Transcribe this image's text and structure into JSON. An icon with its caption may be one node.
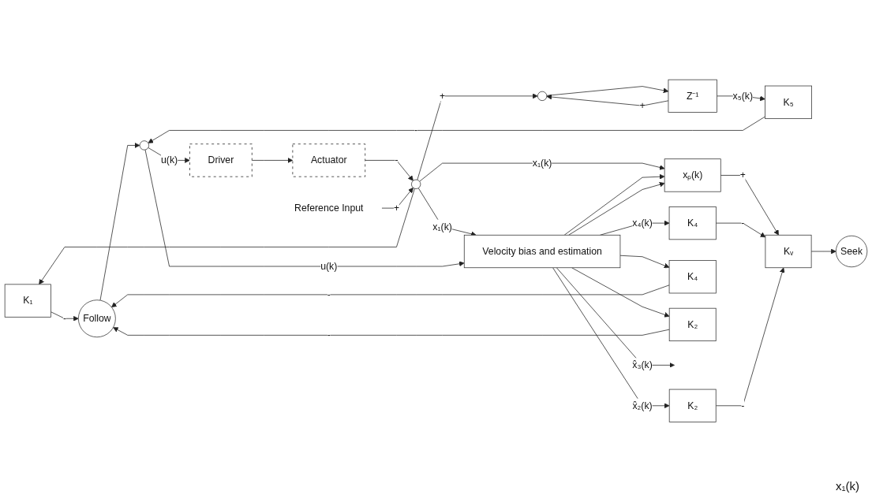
{
  "diagram": {
    "nodes": [
      {
        "text": [
          "K₁"
        ]
      },
      {
        "text": [
          "Z⁻¹"
        ]
      },
      {
        "text": [],
        "shape": "circle"
      },
      {
        "text": [
          "K₅"
        ]
      },
      {
        "text": [
          "xₚ(k)"
        ]
      },
      {
        "text": [
          "Kᵥ"
        ]
      },
      {
        "text": [
          "Follow"
        ]
      },
      {
        "text": [
          "Seek"
        ]
      },
      {
        "text": [],
        "shape": "circle"
      },
      {
        "text": [
          "Driver"
        ]
      },
      {
        "text": [
          "Actuator"
        ]
      },
      {
        "text": [],
        "shape": "circle"
      },
      {
        "text": [
          "Reference Input"
        ]
      },
      {
        "text": [
          "K₄"
        ]
      },
      {
        "text": [
          "K₂"
        ]
      },
      {
        "text": [
          "K₄"
        ]
      },
      {
        "text": [
          "K₂"
        ]
      },
      {
        "text": [
          "Velocity bias and estimation"
        ]
      }
    ],
    "edges": [
      {
        "from": 11,
        "to": 0,
        "arrow": "to"
      },
      {
        "from": 11,
        "to": 4,
        "arrow": "to",
        "label": "x₁(k)"
      },
      {
        "from": 11,
        "to": 2,
        "arrow": "to",
        "label": "+"
      },
      {
        "from": 11,
        "to": 17,
        "arrow": "to",
        "label": "x₁(k)"
      },
      {
        "from": 2,
        "to": 1,
        "arrow": "to"
      },
      {
        "from": 1,
        "to": 3,
        "arrow": "to",
        "label": "x₅(k)"
      },
      {
        "from": 1,
        "to": 2,
        "arrow": "to",
        "label": "+"
      },
      {
        "from": 3,
        "to": 8,
        "arrow": "to",
        "label": "-"
      },
      {
        "from": 0,
        "to": 6,
        "arrow": "to",
        "label": "-"
      },
      {
        "from": 4,
        "to": 5,
        "arrow": "to",
        "label": "+"
      },
      {
        "from": 13,
        "to": 5,
        "arrow": "to",
        "label": "-"
      },
      {
        "from": 14,
        "to": 5,
        "arrow": "to",
        "label": "-"
      },
      {
        "from": 15,
        "to": 6,
        "arrow": "to",
        "label": "-"
      },
      {
        "from": 16,
        "to": 6,
        "arrow": "to",
        "label": "-"
      },
      {
        "from": 6,
        "to": 8,
        "arrow": "to"
      },
      {
        "from": 5,
        "to": 7,
        "arrow": "to"
      },
      {
        "from": 8,
        "to": 9,
        "arrow": "to",
        "label": "u(k)"
      },
      {
        "from": 8,
        "to": 17,
        "arrow": "to",
        "label": "u(k)"
      },
      {
        "from": 9,
        "to": 10,
        "arrow": "to"
      },
      {
        "from": 10,
        "to": 11,
        "arrow": "to",
        "label": "-"
      },
      {
        "from": 12,
        "to": 11,
        "arrow": "to",
        "label": "+"
      },
      {
        "from": 17,
        "to": null,
        "arrow": "to",
        "label": "x̂₃(k)"
      },
      {
        "from": 17,
        "to": 13,
        "arrow": "to",
        "label": "x₄(k)"
      },
      {
        "from": 17,
        "to": 15,
        "arrow": "to"
      },
      {
        "from": 17,
        "to": 4,
        "arrow": "to"
      },
      {
        "from": 17,
        "to": 14,
        "arrow": "to",
        "label": "x̂₂(k)"
      },
      {
        "from": 17,
        "to": 16,
        "arrow": "to"
      },
      {
        "from": 17,
        "to": 4,
        "arrow": "to"
      }
    ],
    "labels": [
      "x₁(k)"
    ]
  }
}
